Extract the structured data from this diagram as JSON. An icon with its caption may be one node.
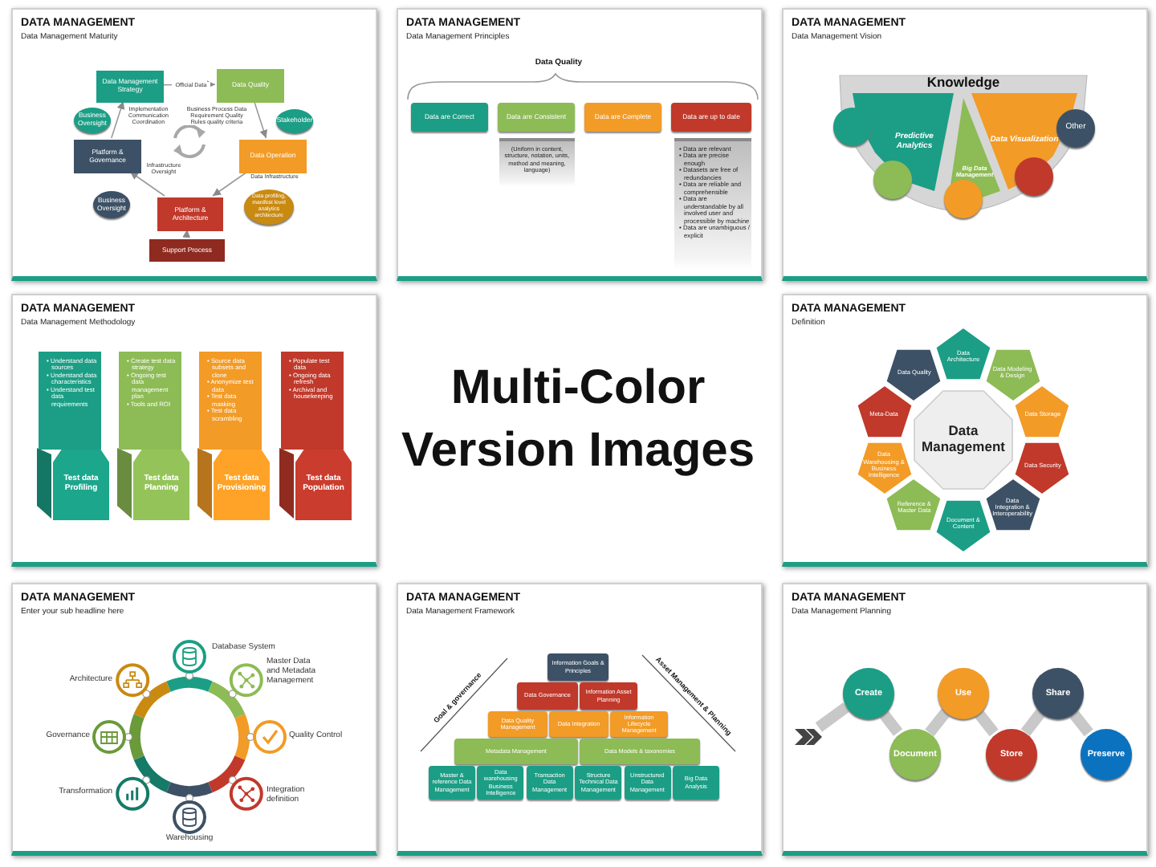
{
  "diagram": {
    "nodes": [
      {
        "text": [
          "DATA MANAGEMENT",
          "Data Management Maturity"
        ]
      },
      {
        "text": [
          "Data Management Strategy"
        ],
        "in": 0
      },
      {
        "text": [
          "Data Quality"
        ],
        "in": 0
      },
      {
        "text": [
          "Platform & Governance"
        ],
        "in": 0
      },
      {
        "text": [
          "Data Operation"
        ],
        "in": 0
      },
      {
        "text": [
          "Platform & Architecture"
        ],
        "in": 0
      },
      {
        "text": [
          "Support Process"
        ],
        "in": 0
      },
      {
        "text": [
          "Business Oversight"
        ],
        "in": 0
      },
      {
        "text": [
          "Stakeholder"
        ],
        "in": 0
      },
      {
        "text": [
          "Business Oversight"
        ],
        "in": 0
      },
      {
        "text": [
          "Data profiling, manifest level analytics architecture"
        ],
        "in": 0
      },
      {
        "text": [
          "DATA MANAGEMENT",
          "Data Management Principles"
        ]
      },
      {
        "text": [
          "Data are Correct"
        ],
        "in": 11
      },
      {
        "text": [
          "Data are Consistent"
        ],
        "in": 11
      },
      {
        "text": [
          "Data are Complete"
        ],
        "in": 11
      },
      {
        "text": [
          "Data are up to date"
        ],
        "in": 11
      },
      {
        "text": [
          "(Uniform in content, structure, notation, units, method and meaning, language)"
        ],
        "in": 11
      },
      {
        "text": [
          "• Data are relevant",
          "• Data are precise enough",
          "• Datasets are free of redundancies",
          "• Data are reliable and comprehensible",
          "• Data are understandable by all involved user and processible by machine",
          "• Data are unambiguous / explicit"
        ],
        "in": 11
      },
      {
        "text": [
          "DATA MANAGEMENT",
          "Data Management Vision"
        ]
      },
      {
        "text": [
          "Predictive Analytics"
        ],
        "in": 18
      },
      {
        "text": [
          "Big Data Management"
        ],
        "in": 18
      },
      {
        "text": [
          "Data Visualization"
        ],
        "in": 18
      },
      {
        "text": [],
        "shape": "circle",
        "in": 18
      },
      {
        "text": [],
        "shape": "circle",
        "in": 18
      },
      {
        "text": [],
        "shape": "circle",
        "in": 18
      },
      {
        "text": [],
        "shape": "circle",
        "in": 18
      },
      {
        "text": [
          "Other"
        ],
        "in": 18
      },
      {
        "text": [
          "DATA MANAGEMENT",
          "Data Management Methodology"
        ]
      },
      {
        "text": [
          "• Understand data sources",
          "• Understand data characteristics",
          "• Understand test data requirements"
        ],
        "in": 27
      },
      {
        "text": [
          "Test data Profiling"
        ],
        "in": 27
      },
      {
        "text": [
          "• Create test data strategy",
          "• Ongoing test data management plan",
          "• Tools and ROI"
        ],
        "in": 27
      },
      {
        "text": [
          "Test data Planning"
        ],
        "in": 27
      },
      {
        "text": [
          "• Source data subsets and clone",
          "• Anonymize test data",
          "• Test data masking",
          "• Test data scrambling"
        ],
        "in": 27
      },
      {
        "text": [
          "Test data Provisioning"
        ],
        "in": 27
      },
      {
        "text": [
          "• Populate test data",
          "• Ongoing data refresh",
          "• Archival and housekeeping"
        ],
        "in": 27
      },
      {
        "text": [
          "Test data Population"
        ],
        "in": 27
      },
      {
        "text": [
          "DATA MANAGEMENT",
          "Definition"
        ]
      },
      {
        "text": [
          "Data Management"
        ],
        "in": 36
      },
      {
        "text": [
          "Data Architecture"
        ],
        "in": 36
      },
      {
        "text": [
          "Data Modeling & Design"
        ],
        "in": 36
      },
      {
        "text": [
          "Data Storage"
        ],
        "in": 36
      },
      {
        "text": [
          "Data Security"
        ],
        "in": 36
      },
      {
        "text": [
          "Data Integration & Interoperability"
        ],
        "in": 36
      },
      {
        "text": [
          "Document & Content"
        ],
        "in": 36
      },
      {
        "text": [
          "Reference & Master Data"
        ],
        "in": 36
      },
      {
        "text": [
          "Data Warehousing & Business Intelligence"
        ],
        "in": 36
      },
      {
        "text": [
          "Meta-Data"
        ],
        "in": 36
      },
      {
        "text": [
          "Data Quality"
        ],
        "in": 36
      },
      {
        "text": [
          "DATA MANAGEMENT",
          "Enter your sub headline here"
        ]
      },
      {
        "text": [
          "DATA MANAGEMENT",
          "Data Management Framework"
        ]
      },
      {
        "text": [
          "Information Goals & Principles"
        ],
        "in": 49
      },
      {
        "text": [
          "Data Governance"
        ],
        "in": 49
      },
      {
        "text": [
          "Information Asset Planning"
        ],
        "in": 49
      },
      {
        "text": [
          "Data Quality Management"
        ],
        "in": 49
      },
      {
        "text": [
          "Data Integration"
        ],
        "in": 49
      },
      {
        "text": [
          "Information Lifecycle Management"
        ],
        "in": 49
      },
      {
        "text": [
          "Metadata Management"
        ],
        "in": 49
      },
      {
        "text": [
          "Data Models & taxonomies"
        ],
        "in": 49
      },
      {
        "text": [
          "Master & reference Data Management"
        ],
        "in": 49
      },
      {
        "text": [
          "Data warehousing Business Intelligence"
        ],
        "in": 49
      },
      {
        "text": [
          "Transaction Data Management"
        ],
        "in": 49
      },
      {
        "text": [
          "Structure Technical Data Management"
        ],
        "in": 49
      },
      {
        "text": [
          "Unstructured Data Management"
        ],
        "in": 49
      },
      {
        "text": [
          "Big Data Analysis"
        ],
        "in": 49
      },
      {
        "text": [
          "DATA MANAGEMENT",
          "Data Management Planning"
        ]
      },
      {
        "text": [],
        "shape": "chevron",
        "in": 64
      },
      {
        "text": [
          "Create"
        ],
        "in": 64
      },
      {
        "text": [
          "Document"
        ],
        "in": 64
      },
      {
        "text": [
          "Use"
        ],
        "in": 64
      },
      {
        "text": [
          "Store"
        ],
        "in": 64
      },
      {
        "text": [
          "Share"
        ],
        "in": 64
      },
      {
        "text": [
          "Preserve"
        ],
        "in": 64
      }
    ],
    "edges": [
      {
        "from": 1,
        "to": 2,
        "arrow": "to",
        "label": "Official Data"
      },
      {
        "from": 2,
        "to": 4,
        "arrow": "to",
        "label": "Business Process Data Requirement Quality Rules quality criteria"
      },
      {
        "from": 4,
        "to": 5,
        "arrow": "to",
        "label": "Data Infrastructure"
      },
      {
        "from": 5,
        "to": 3,
        "arrow": "to",
        "label": "Infrastructure Oversight"
      },
      {
        "from": 3,
        "to": 1,
        "arrow": "to",
        "label": "Implementation Communication Coordination"
      },
      {
        "from": 6,
        "to": 5,
        "arrow": "to"
      },
      {
        "from": 65,
        "to": 66,
        "arrow": "none",
        "style": "thick",
        "color": "#c8c8c8"
      },
      {
        "from": 66,
        "to": 67,
        "arrow": "none",
        "style": "thick",
        "color": "#c8c8c8"
      },
      {
        "from": 67,
        "to": 68,
        "arrow": "none",
        "style": "thick",
        "color": "#c8c8c8"
      },
      {
        "from": 68,
        "to": 69,
        "arrow": "none",
        "style": "thick",
        "color": "#c8c8c8"
      },
      {
        "from": 69,
        "to": 70,
        "arrow": "none",
        "style": "thick",
        "color": "#c8c8c8"
      },
      {
        "from": 70,
        "to": 71,
        "arrow": "none",
        "style": "thick",
        "color": "#c8c8c8"
      }
    ],
    "labels": [
      "Data Quality",
      "Knowledge",
      "Multi-Color Version Images",
      "Database System",
      "Master Data and Metadata Management",
      "Architecture",
      "Quality Control",
      "Governance",
      "Transformation",
      "Integration definition",
      "Warehousing",
      "Goal & governance",
      "Asset Management & Planning"
    ]
  }
}
